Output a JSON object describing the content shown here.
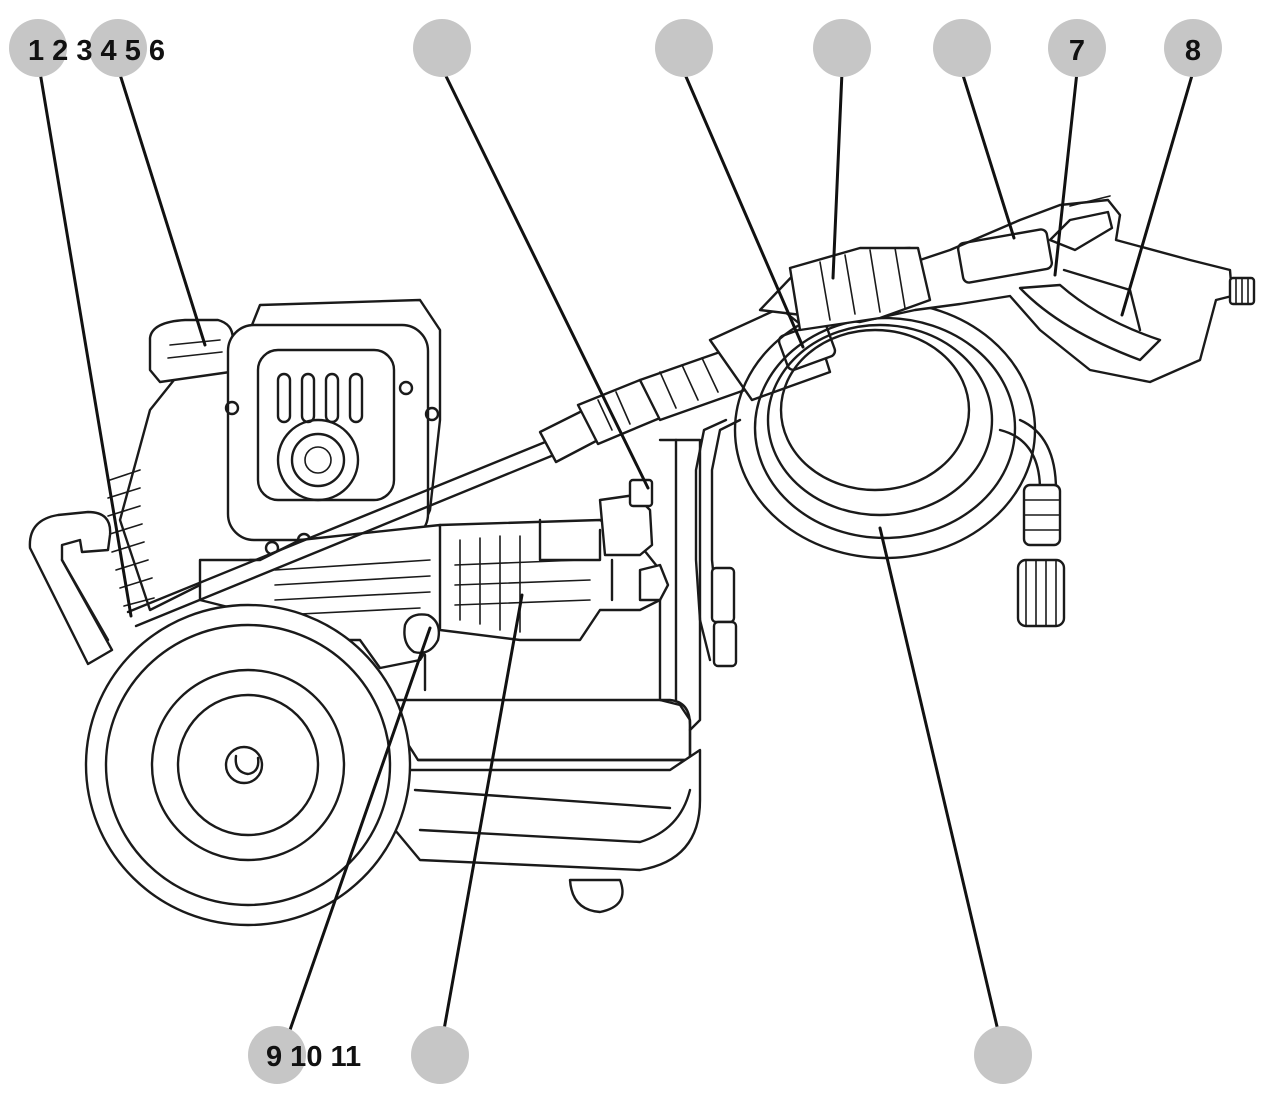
{
  "diagram": {
    "subject": "pressure-washer-parts-diagram",
    "marker_color": "#c6c6c6",
    "line_color": "#111111",
    "callouts": {
      "top_left_label": "1 2 3 4 5 6",
      "gun_label_7": "7",
      "gun_label_8": "8",
      "bottom_label": "9 10 11"
    }
  }
}
